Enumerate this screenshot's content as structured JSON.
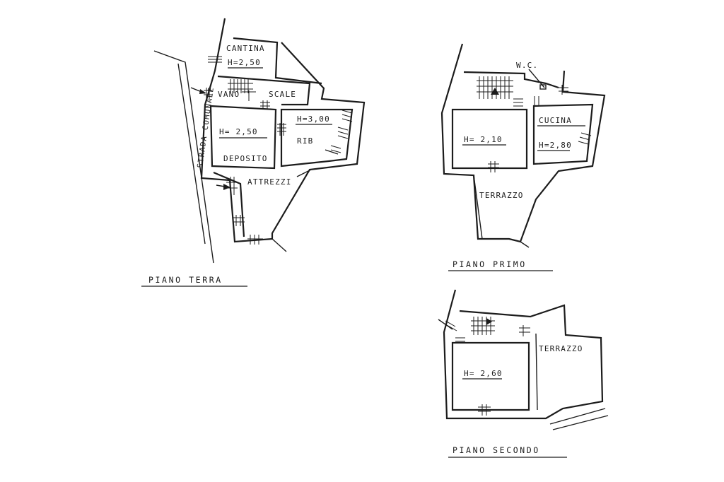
{
  "piano_terra": {
    "title": "PIANO TERRA",
    "road": "STRADA COMUNALE",
    "rooms": {
      "cantina": "CANTINA",
      "cantina_h": "H=2,50",
      "vano": "VANO",
      "scale": "SCALE",
      "deposito_h": "H= 2,50",
      "deposito": "DEPOSITO",
      "rib_h": "H=3,00",
      "rib": "RIB",
      "attrezzi": "ATTREZZI"
    }
  },
  "piano_primo": {
    "title": "PIANO PRIMO",
    "rooms": {
      "wc": "W.C.",
      "cucina": "CUCINA",
      "main_h": "H= 2,10",
      "cucina_h": "H=2,80",
      "terrazzo": "TERRAZZO"
    }
  },
  "piano_secondo": {
    "title": "PIANO SECONDO",
    "rooms": {
      "terrazzo": "TERRAZZO",
      "main_h": "H= 2,60"
    }
  }
}
